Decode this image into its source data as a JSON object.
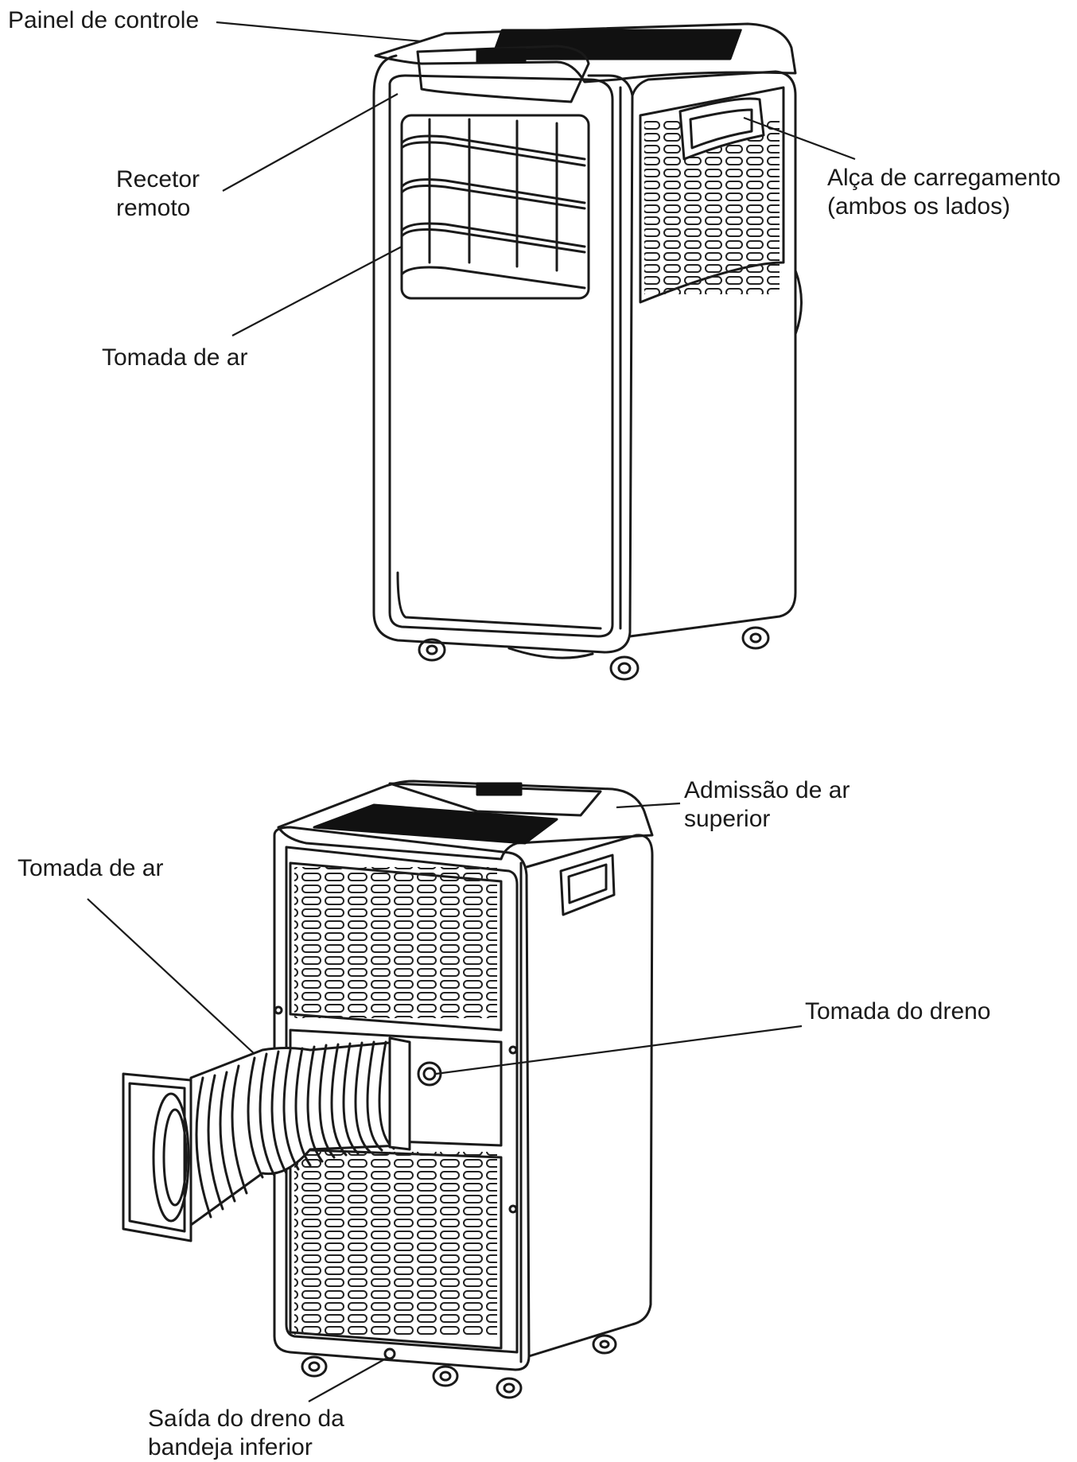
{
  "figure_front": {
    "labels": {
      "control_panel": "Painel de controle",
      "remote_receiver_line1": "Recetor",
      "remote_receiver_line2": "remoto",
      "air_outlet": "Tomada de ar",
      "carry_handle_line1": "Alça de carregamento",
      "carry_handle_line2": "(ambos os lados)"
    }
  },
  "figure_rear": {
    "labels": {
      "upper_air_intake_line1": "Admissão de ar",
      "upper_air_intake_line2": "superior",
      "air_outlet": "Tomada de ar",
      "drain_outlet": "Tomada do dreno",
      "bottom_tray_drain_line1": "Saída do dreno da",
      "bottom_tray_drain_line2": "bandeja inferior"
    }
  }
}
